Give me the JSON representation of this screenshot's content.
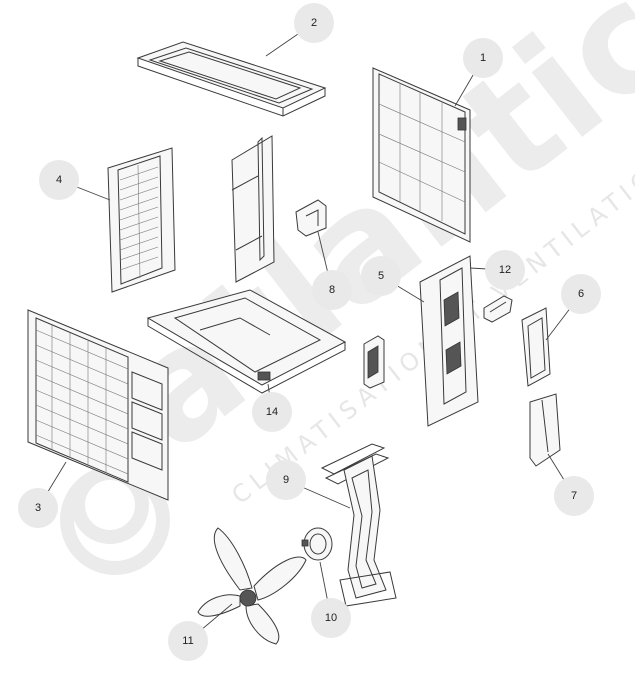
{
  "watermark": {
    "brand_text": "atlantic",
    "tagline_text": "CLIMATISATION ET VENTILATION",
    "color": "#e6e6e6"
  },
  "callouts": [
    {
      "id": "1",
      "label": "1"
    },
    {
      "id": "2",
      "label": "2"
    },
    {
      "id": "3",
      "label": "3"
    },
    {
      "id": "4",
      "label": "4"
    },
    {
      "id": "5",
      "label": "5"
    },
    {
      "id": "6",
      "label": "6"
    },
    {
      "id": "7",
      "label": "7"
    },
    {
      "id": "8",
      "label": "8"
    },
    {
      "id": "9",
      "label": "9"
    },
    {
      "id": "10",
      "label": "10"
    },
    {
      "id": "11",
      "label": "11"
    },
    {
      "id": "12",
      "label": "12"
    },
    {
      "id": "14",
      "label": "14"
    }
  ],
  "colors": {
    "bubble": "#e9e9e9",
    "line": "#3a3a3a"
  }
}
